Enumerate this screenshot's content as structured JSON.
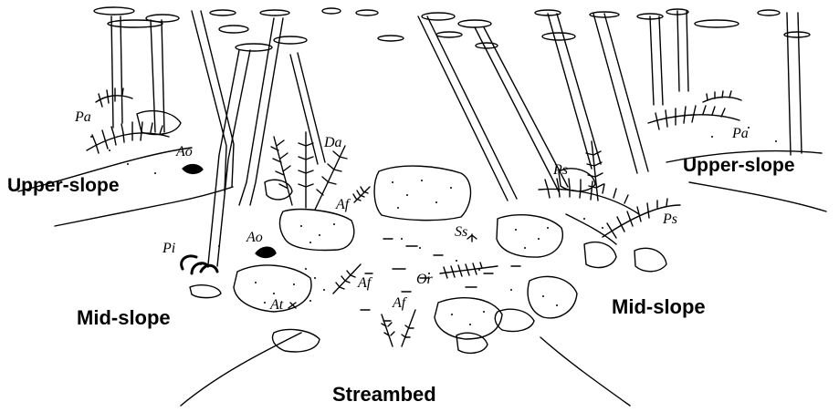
{
  "zones": {
    "upper_slope_left": "Upper-slope",
    "upper_slope_right": "Upper-slope",
    "mid_slope_left": "Mid-slope",
    "mid_slope_right": "Mid-slope",
    "streambed": "Streambed"
  },
  "species": {
    "pa_left": "Pa",
    "pa_right": "Pa",
    "ao_upper": "Ao",
    "ao_lower": "Ao",
    "da": "Da",
    "af_top": "Af",
    "af_mid": "Af",
    "af_bottom": "Af",
    "pi": "Pi",
    "at": "At",
    "ss": "Ss",
    "or": "Or",
    "ps_upper": "Ps",
    "ps_lower": "Ps"
  },
  "colors": {
    "ink": "#000000",
    "paper": "#ffffff"
  }
}
